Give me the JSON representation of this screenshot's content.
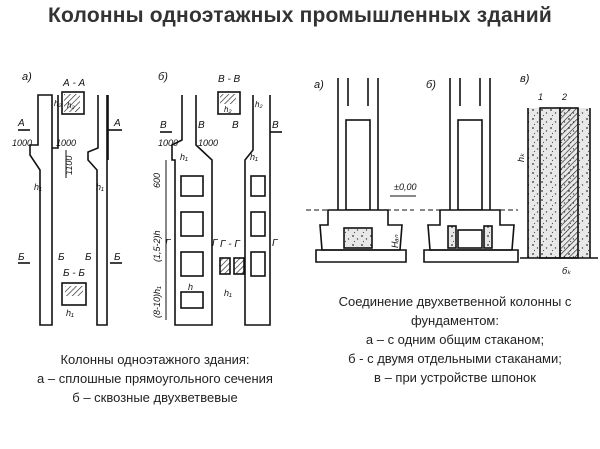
{
  "title": "Колонны одноэтажных промышленных зданий",
  "caption_left": {
    "heading": "Колонны одноэтажного здания:",
    "item_a": "а – сплошные прямоугольного сечения",
    "item_b": "б – сквозные двухветвевые"
  },
  "caption_right": {
    "line1": "Соединение двухветвенной колонны с",
    "line2": "фундаментом:",
    "item_a": "а – с одним общим стаканом;",
    "item_b": "б - с двумя отдельными стаканами;",
    "item_c": "в – при устройстве шпонок"
  },
  "drawing_labels": {
    "fig_a": "а)",
    "fig_b": "б)",
    "fig_c_a": "а)",
    "fig_c_b": "б)",
    "fig_c_c": "в)",
    "section_aa": "А - А",
    "section_bb_left": "Б - Б",
    "section_vv": "В - В",
    "section_gg": "Г - Г",
    "letter_a": "А",
    "letter_b": "Б",
    "letter_v": "В",
    "letter_g": "Г",
    "dim_1000": "1000",
    "dim_1100": "1100",
    "dim_600": "600",
    "dim_15_2h": "(1,5-2)h",
    "dim_8_10h1": "(8-10)h₁",
    "h": "h",
    "h1": "h₁",
    "h2": "h₂",
    "level_zero": "±0,00",
    "h_an": "Hₐₙ",
    "h_k": "hₖ",
    "b_k": "бₖ",
    "num_1": "1",
    "num_2": "2"
  }
}
